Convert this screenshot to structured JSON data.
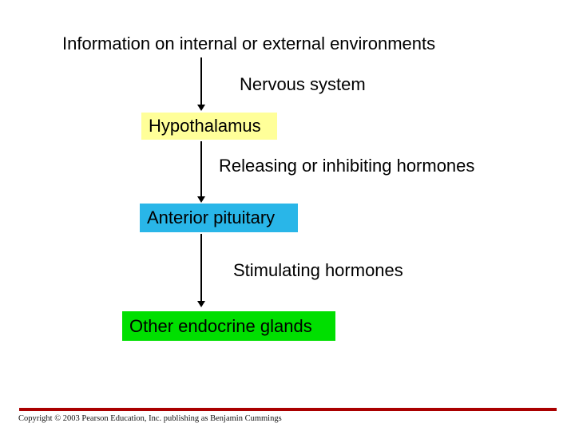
{
  "diagram": {
    "input": "Information on internal or external environments",
    "nervous_system": "Nervous system",
    "hypothalamus": "Hypothalamus",
    "releasing_hormones": "Releasing or inhibiting hormones",
    "anterior_pituitary": "Anterior pituitary",
    "stimulating_hormones": "Stimulating hormones",
    "other_glands": "Other endocrine glands",
    "colors": {
      "hypothalamus_bg": "#FFFF99",
      "anterior_pituitary_bg": "#29B6E8",
      "other_glands_bg": "#00DF00",
      "arrow": "#000000",
      "text": "#000000"
    }
  },
  "footer": {
    "copyright": "Copyright © 2003 Pearson Education, Inc. publishing as Benjamin Cummings",
    "rule_color": "#AA0000"
  }
}
